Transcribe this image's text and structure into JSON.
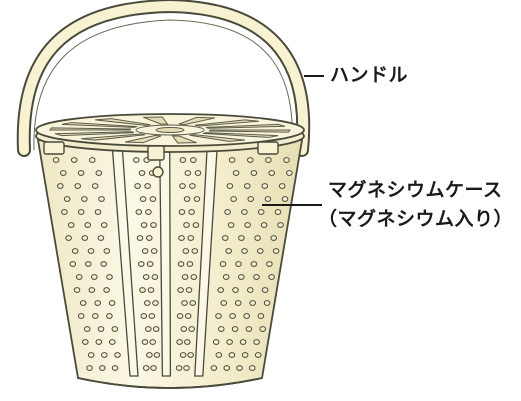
{
  "labels": {
    "handle": "ハンドル",
    "case_line1": "マグネシウムケース",
    "case_line2": "（マグネシウム入り）"
  },
  "colors": {
    "basket_fill": "#f7f2d2",
    "basket_shade": "#ece5b9",
    "outline": "#4a4a3a",
    "hole_fill": "#f4efcf",
    "label_text": "#1a1a1a"
  }
}
